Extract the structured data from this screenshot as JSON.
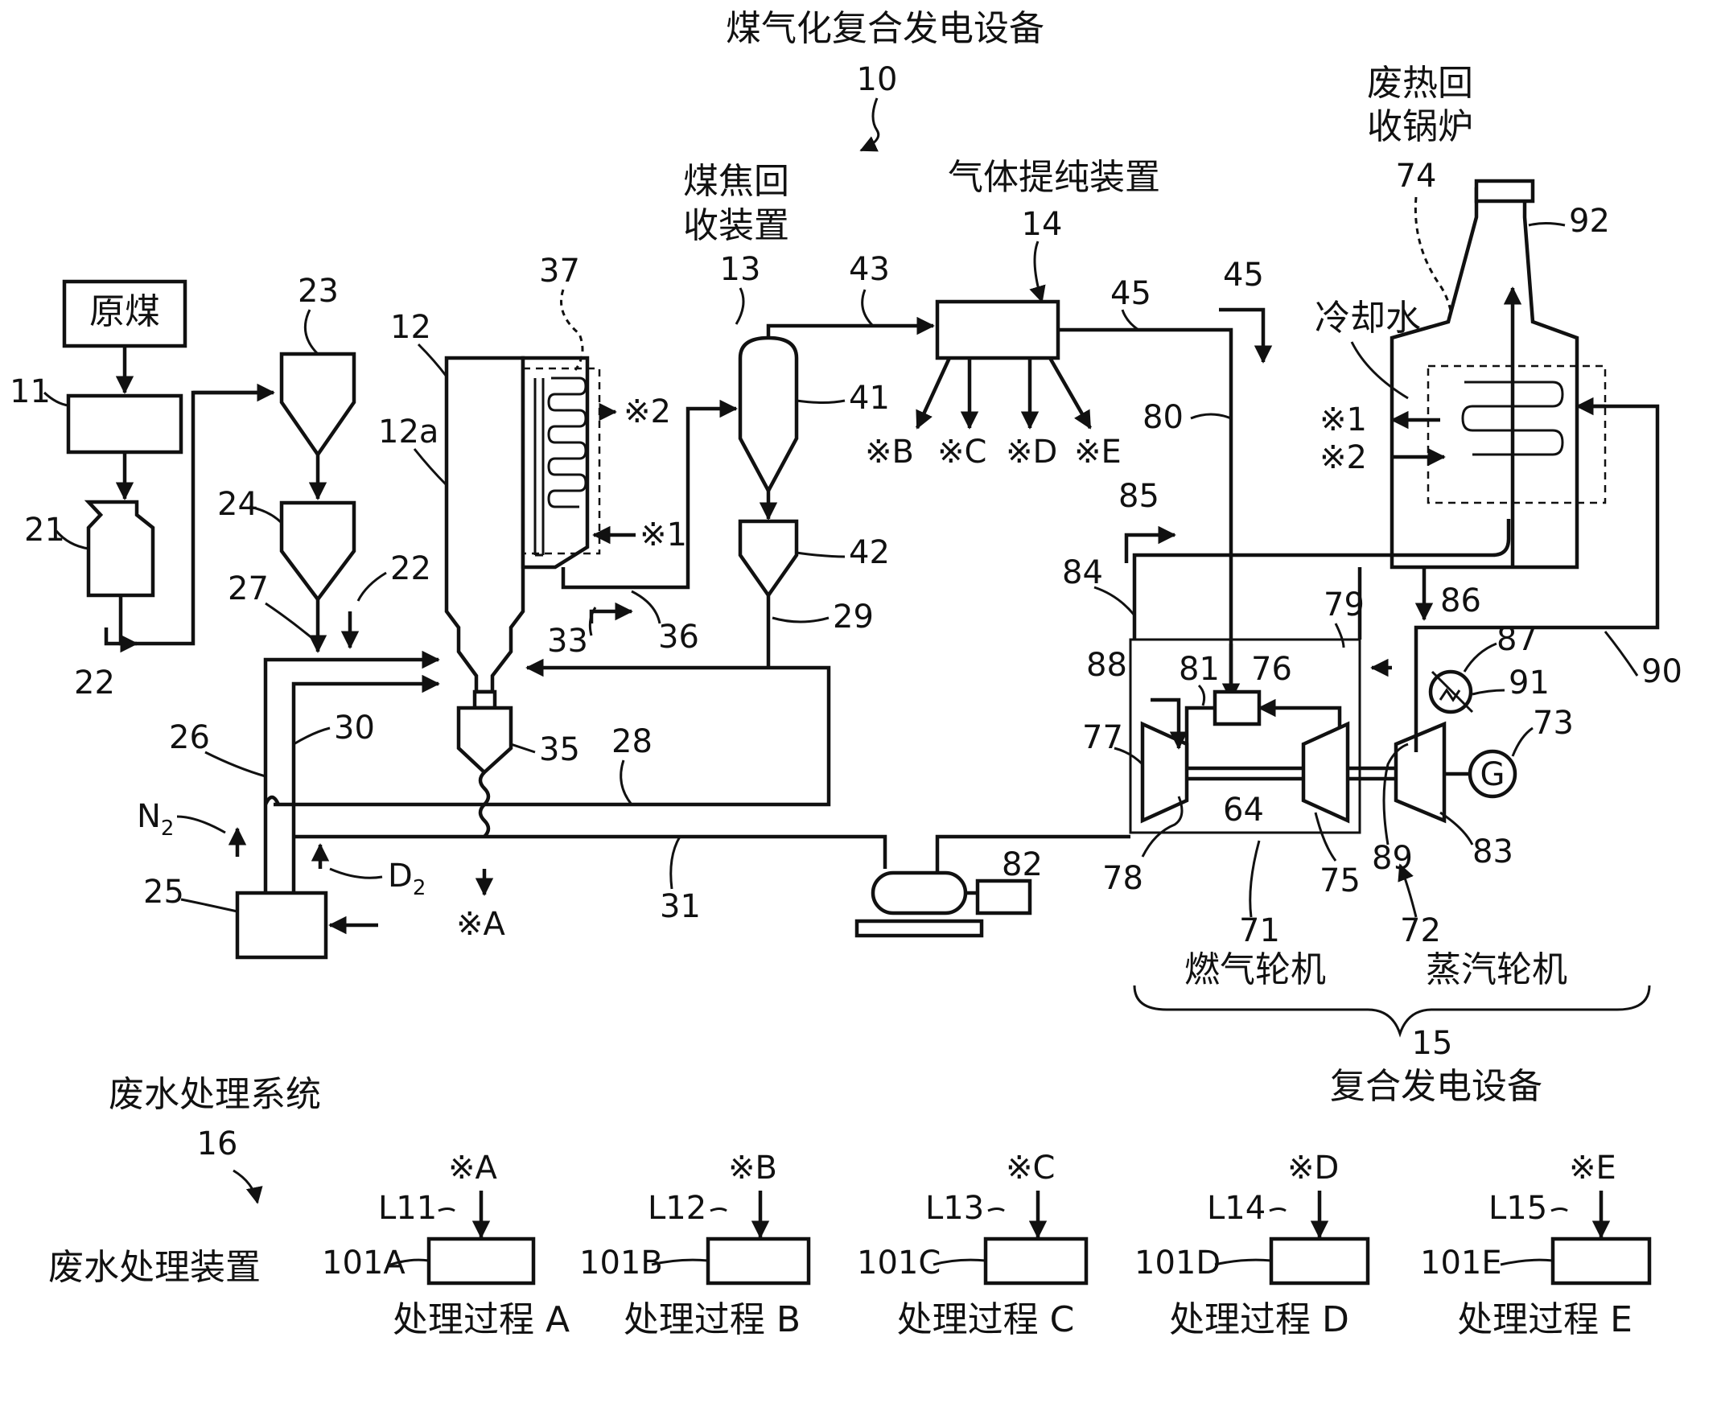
{
  "labels": {
    "title": "煤气化复合发电设备",
    "n10": "10",
    "raw_coal": "原煤",
    "char_recovery_1": "煤焦回",
    "char_recovery_2": "收装置",
    "n13": "13",
    "gas_purify": "气体提纯装置",
    "n14": "14",
    "hrsg_1": "废热回",
    "hrsg_2": "收锅炉",
    "n74": "74",
    "cooling_water": "冷却水",
    "n11": "11",
    "n21": "21",
    "n22a": "22",
    "n22b": "22",
    "n23": "23",
    "n24": "24",
    "n27": "27",
    "n26": "26",
    "n30": "30",
    "n25": "25",
    "n28": "28",
    "n31": "31",
    "n12": "12",
    "n12a": "12a",
    "n37": "37",
    "n33": "33",
    "n36": "36",
    "n35": "35",
    "n43": "43",
    "n41": "41",
    "n42": "42",
    "n29": "29",
    "n45a": "45",
    "n45b": "45",
    "n80": "80",
    "n85": "85",
    "n84": "84",
    "n92": "92",
    "n86": "86",
    "n87": "87",
    "n90": "90",
    "n91": "91",
    "n73": "73",
    "n79": "79",
    "n88": "88",
    "n81": "81",
    "n76": "76",
    "n77": "77",
    "n64": "64",
    "n78": "78",
    "n75": "75",
    "n89": "89",
    "n83": "83",
    "n72": "72",
    "n71": "71",
    "n82": "82",
    "x1": "※1",
    "x2": "※2",
    "xA": "※A",
    "xB": "※B",
    "xC": "※C",
    "xD": "※D",
    "xE": "※E",
    "hx1": "※1",
    "hx2": "※2",
    "n2": "N",
    "n2_sub": "2",
    "d2": "D",
    "d2_sub": "2",
    "gen": "G",
    "gas_turbine": "燃气轮机",
    "steam_turbine": "蒸汽轮机",
    "n15": "15",
    "combined": "复合发电设备",
    "ww_system": "废水处理系统",
    "n16": "16",
    "ww_device": "废水处理装置"
  },
  "treatment_units": [
    {
      "marker": "※A",
      "line": "L11",
      "unit": "101A",
      "process": "处理过程 A"
    },
    {
      "marker": "※B",
      "line": "L12",
      "unit": "101B",
      "process": "处理过程 B"
    },
    {
      "marker": "※C",
      "line": "L13",
      "unit": "101C",
      "process": "处理过程 C"
    },
    {
      "marker": "※D",
      "line": "L14",
      "unit": "101D",
      "process": "处理过程 D"
    },
    {
      "marker": "※E",
      "line": "L15",
      "unit": "101E",
      "process": "处理过程 E"
    }
  ]
}
